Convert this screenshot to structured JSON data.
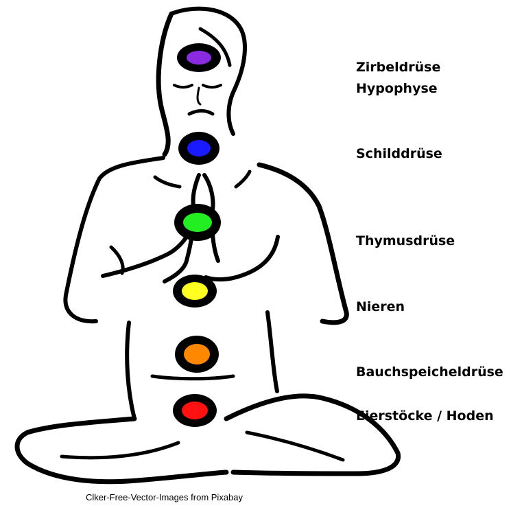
{
  "labels": {
    "pineal": "Zirbeldrüse",
    "pituitary": "Hypophyse",
    "thyroid": "Schilddrüse",
    "thymus": "Thymusdrüse",
    "kidneys": "Nieren",
    "pancreas": "Bauchspeicheldrüse",
    "gonads": "Eierstöcke / Hoden"
  },
  "credit": "Clker-Free-Vector-Images from Pixabay",
  "chakras": [
    {
      "id": "crown",
      "color": "#8a2be2"
    },
    {
      "id": "throat",
      "color": "#1a1aff"
    },
    {
      "id": "heart",
      "color": "#22ee22"
    },
    {
      "id": "solar-plexus",
      "color": "#ffff22"
    },
    {
      "id": "sacral",
      "color": "#ff8800"
    },
    {
      "id": "root",
      "color": "#ff1111"
    }
  ]
}
